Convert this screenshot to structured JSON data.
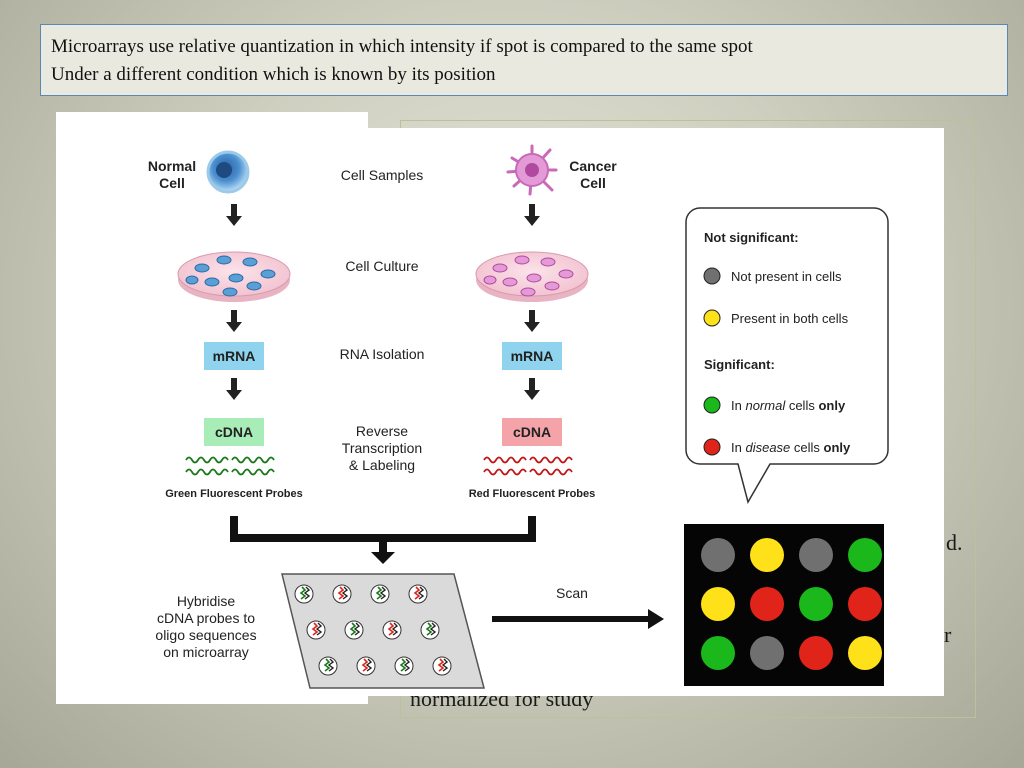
{
  "caption": {
    "line1": "Microarrays use relative quantization in which intensity if spot is compared to the same spot",
    "line2": "Under a different condition which is known by its position"
  },
  "background_text": {
    "fragment_1": "d.",
    "fragment_2": "r",
    "fragment_3": "normalized for study"
  },
  "diagram": {
    "normal_cell": "Normal\nCell",
    "cancer_cell": "Cancer\nCell",
    "steps": {
      "cell_samples": "Cell Samples",
      "cell_culture": "Cell Culture",
      "rna_isolation": "RNA Isolation",
      "reverse_transcription": "Reverse\nTranscription\n& Labeling"
    },
    "mrna": "mRNA",
    "cdna": "cDNA",
    "green_probes": "Green Fluorescent Probes",
    "red_probes": "Red Fluorescent Probes",
    "hybridise": "Hybridise\ncDNA probes to\noligo sequences\non microarray",
    "scan": "Scan",
    "legend": {
      "not_significant": "Not significant:",
      "not_present": "Not present in cells",
      "present_both": "Present in both cells",
      "significant": "Significant:",
      "normal_pre": "In ",
      "normal_em": "normal",
      "normal_post": " cells ",
      "normal_only": "only",
      "disease_pre": "In ",
      "disease_em": "disease",
      "disease_post": " cells ",
      "disease_only": "only"
    },
    "colors": {
      "grey": "#707070",
      "yellow": "#ffe11a",
      "green": "#1ab81a",
      "red": "#e0241a",
      "mrna_box": "#8fd3ee",
      "cdna_green_box": "#a8ecb8",
      "cdna_red_box": "#f4a4a8",
      "green_text": "#1a7a1a",
      "red_text": "#c01818"
    },
    "result_grid": [
      [
        "grey",
        "yellow",
        "grey",
        "green"
      ],
      [
        "yellow",
        "red",
        "green",
        "red"
      ],
      [
        "green",
        "grey",
        "red",
        "yellow"
      ]
    ]
  }
}
